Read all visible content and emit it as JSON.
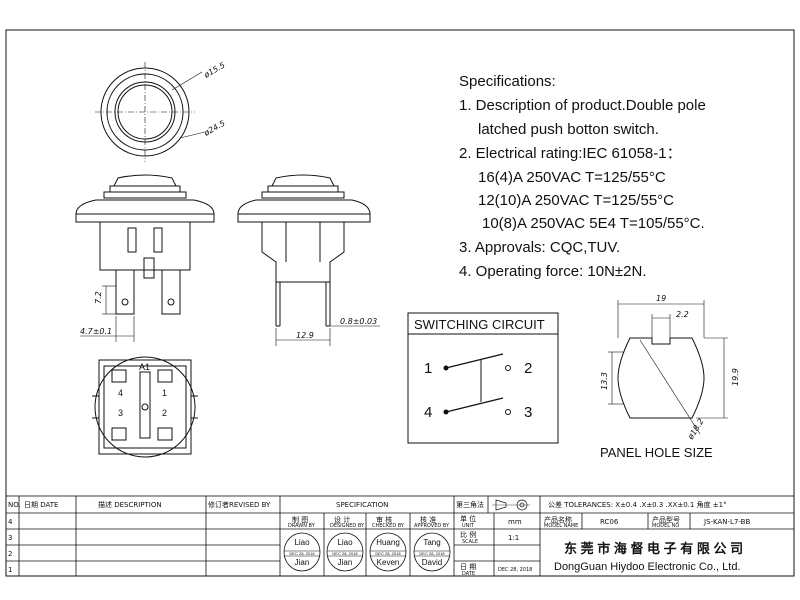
{
  "specs": {
    "heading": "Specifications:",
    "line1a": "1. Description of product.Double pole",
    "line1b": "latched push botton switch.",
    "line2": "2. Electrical rating:IEC 61058-1：",
    "line2a": "16(4)A 250VAC T=125/55°C",
    "line2b": "12(10)A 250VAC T=125/55°C",
    "line2c": "10(8)A 250VAC 5E4 T=105/55°C.",
    "line3": "3. Approvals: CQC,TUV.",
    "line4": "4. Operating force: 10N±2N."
  },
  "dims": {
    "d_inner": "ø15.5",
    "d_outer": "ø24.5",
    "h_7_2": "7.2",
    "w_4_7": "4.7±0.1",
    "w_12_9": "12.9",
    "t_0_8": "0.8±0.03",
    "a1": "A1",
    "t4": "4",
    "t3": "3",
    "t1": "1",
    "t2": "2"
  },
  "circuit": {
    "title": "SWITCHING CIRCUIT",
    "n1": "1",
    "n2": "2",
    "n3": "3",
    "n4": "4"
  },
  "panel": {
    "caption": "PANEL HOLE SIZE",
    "w19": "19",
    "w2_2": "2.2",
    "h13_3": "13.3",
    "h19_9": "19.9",
    "d18_2": "ø18.2"
  },
  "titleblock": {
    "col_no": "NO.",
    "col_date": "日期 DATE",
    "col_desc": "描述 DESCRIPTION",
    "col_rev": "修订者REVISED BY",
    "col_spec": "SPECIFICATION",
    "projection": "第三角法",
    "tolerances": "公差 TOLERANCES: X±0.4  .X±0.3 .XX±0.1 角度 ±1°",
    "rows": [
      "4",
      "3",
      "2",
      "1"
    ],
    "drawn": "制  图",
    "drawn_en": "DRAWN BY",
    "designed": "设  计",
    "designed_en": "DESIGNED BY",
    "checked": "审  核",
    "checked_en": "CHECKED BY",
    "approved": "核  准",
    "approved_en": "APPROVED BY",
    "unit_cn": "单  位",
    "unit_en": "UNIT",
    "unit_val": "mm",
    "scale_cn": "比  例",
    "scale_en": "SCALE",
    "scale_val": "1:1",
    "date_cn": "日  期",
    "date_en": "DATE",
    "date_val": "DEC 28, 2018",
    "model_name_cn": "产品名称",
    "model_name_en": "MODEL NAME",
    "model_name": "RC06",
    "model_no_cn": "产品型号",
    "model_no_en": "MODEL NO",
    "model_no": "JS-KAN-L7-BB",
    "stamp1_top": "Liao",
    "stamp1_bot": "Jian",
    "stamp1_date": "DEC 28, 2018",
    "stamp2_top": "Liao",
    "stamp2_bot": "Jian",
    "stamp2_date": "DEC 28, 2018",
    "stamp3_top": "Huang",
    "stamp3_bot": "Keven",
    "stamp3_date": "DEC 28, 2018",
    "stamp4_top": "Tang",
    "stamp4_bot": "David",
    "stamp4_date": "DEC 28, 2018",
    "company_cn": "东 莞 市 海 督 电 子 有 限 公 司",
    "company_en": "DongGuan Hiydoo Electronic  Co., Ltd."
  }
}
